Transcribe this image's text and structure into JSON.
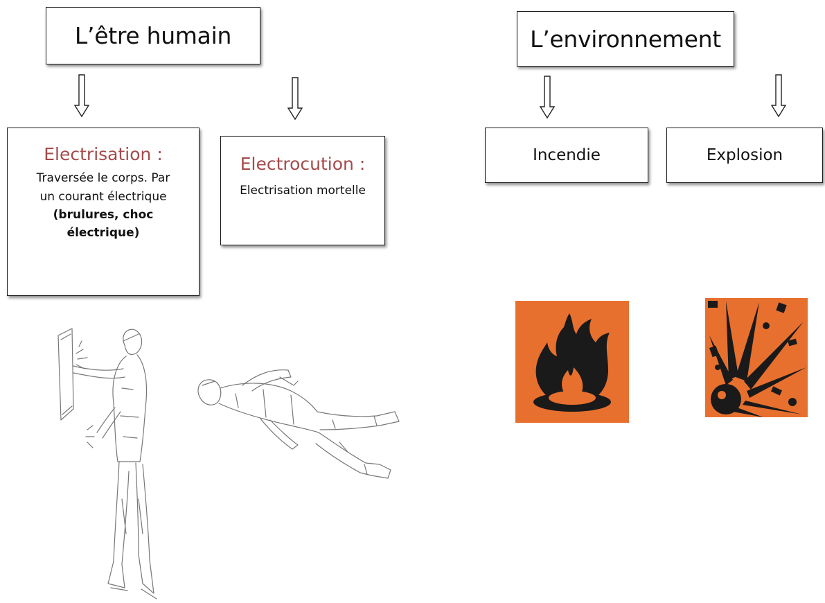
{
  "humain": {
    "title": "L’être humain",
    "electrisation": {
      "title": "Electrisation :",
      "line1": "Traversée le corps. Par",
      "line2": "un courant électrique",
      "bold1": "(brulures, choc",
      "bold2": "électrique)"
    },
    "electrocution": {
      "title": "Electrocution :",
      "text": "Electrisation mortelle"
    }
  },
  "environnement": {
    "title": "L’environnement",
    "incendie": "Incendie",
    "explosion": "Explosion"
  },
  "colors": {
    "definition_title": "#a54b4b",
    "hazard_orange": "#e8702f",
    "pictogram_black": "#1a1a1a"
  },
  "icons": {
    "electrisation_illustration": "person-electrified-icon",
    "electrocution_illustration": "person-lying-icon",
    "incendie_pictogram": "flame-icon",
    "explosion_pictogram": "exploding-bomb-icon"
  }
}
